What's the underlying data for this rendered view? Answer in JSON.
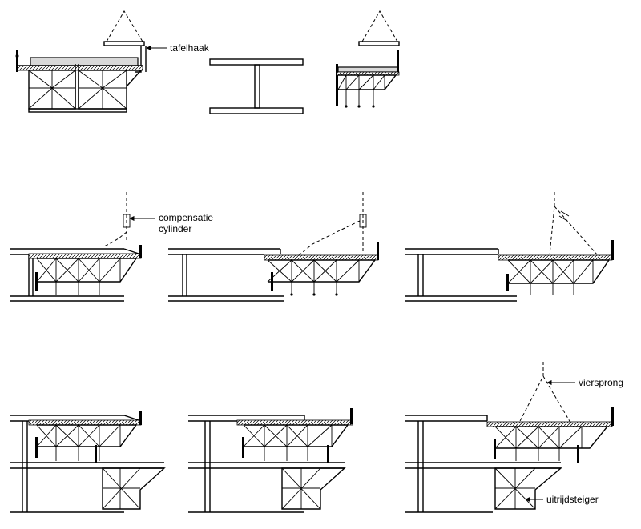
{
  "labels": {
    "tafelhaak": "tafelhaak",
    "compensatie_line1": "compensatie",
    "compensatie_line2": "cylinder",
    "viersprong": "viersprong",
    "uitrijdsteiger": "uitrijdsteiger"
  }
}
